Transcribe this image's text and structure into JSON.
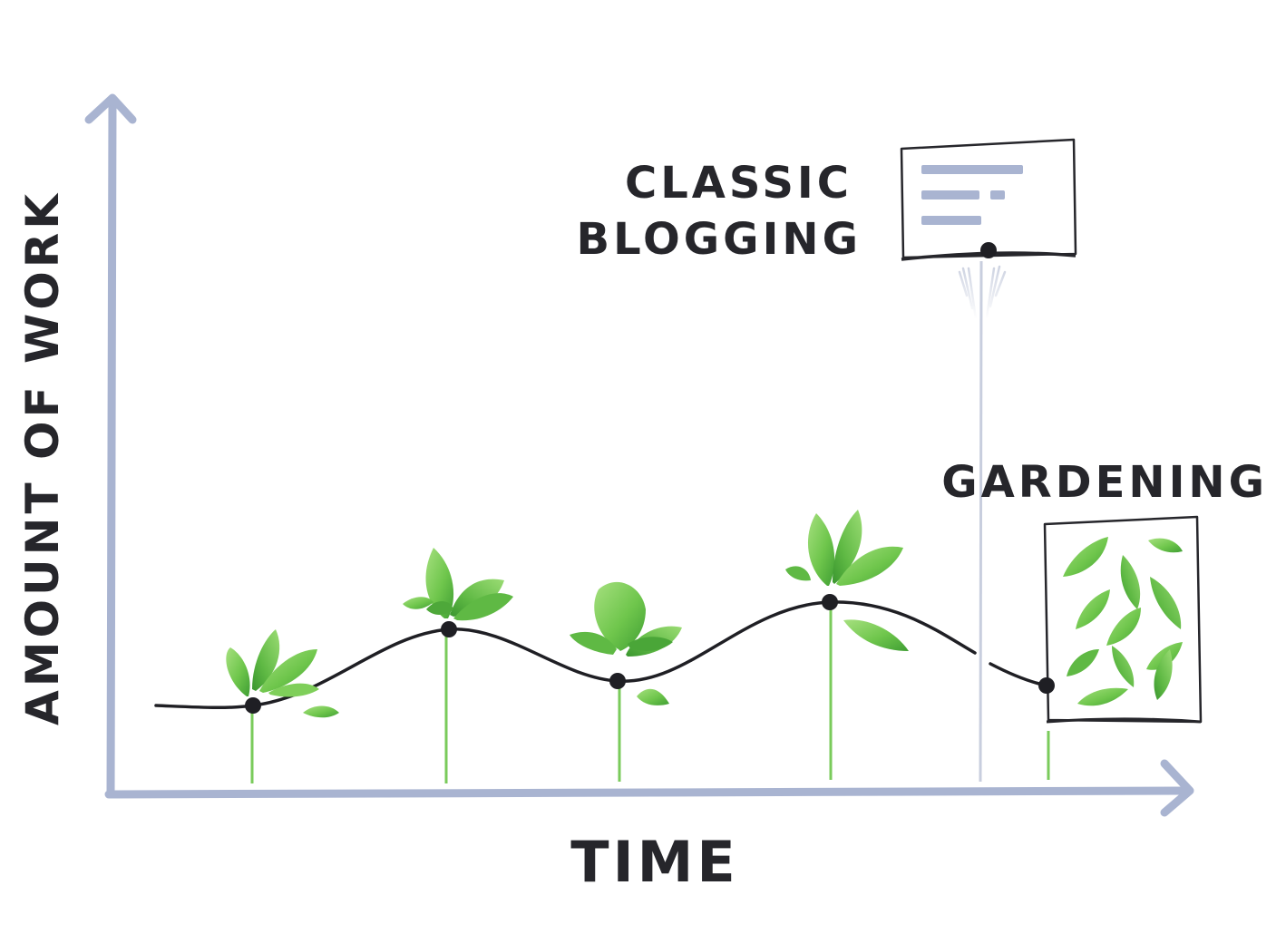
{
  "labels": {
    "y_axis": "AMOUNT OF WORK",
    "x_axis": "TIME",
    "classic_line1": "CLASSIC",
    "classic_line2": "BLOGGING",
    "gardening": "GARDENING"
  },
  "colors": {
    "axis": "#a9b4d1",
    "text": "#26262b",
    "curve": "#1f1f24",
    "leaf_light": "#8fd46a",
    "leaf_mid": "#66bf45",
    "leaf_dark": "#3f9e33",
    "stem": "#7acb5b",
    "blog_lines": "#a9b4d1",
    "beam": "#c8cede"
  }
}
